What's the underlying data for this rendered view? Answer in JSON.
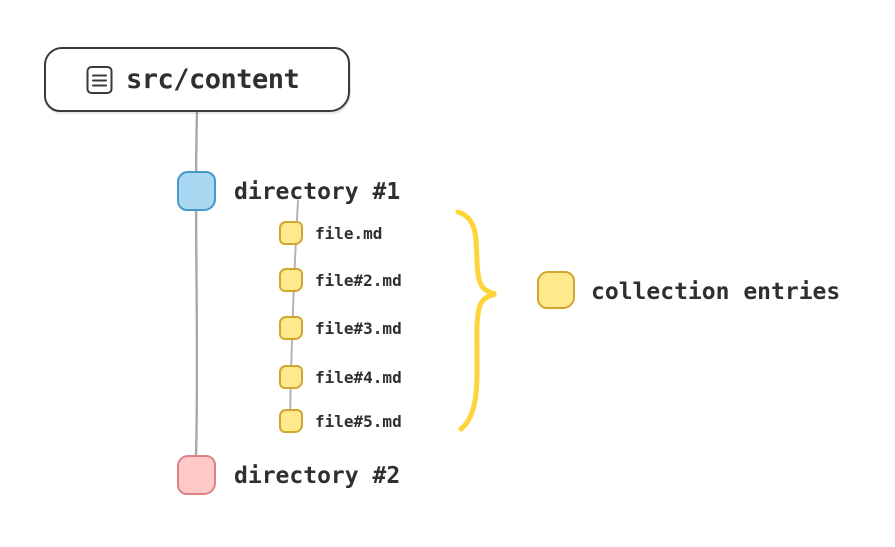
{
  "diagram": {
    "root": {
      "label": "src/content",
      "icon": "list-icon"
    },
    "directories": [
      {
        "label": "directory #1",
        "fill": "#a8d8f2",
        "stroke": "#4a97c9"
      },
      {
        "label": "directory #2",
        "fill": "#ffc9c9",
        "stroke": "#dd8287"
      }
    ],
    "files": [
      {
        "label": "file.md"
      },
      {
        "label": "file#2.md"
      },
      {
        "label": "file#3.md"
      },
      {
        "label": "file#4.md"
      },
      {
        "label": "file#5.md"
      }
    ],
    "legend": {
      "label": "collection entries",
      "swatch_fill": "#ffe98f",
      "swatch_stroke": "#d0a72e"
    },
    "colors": {
      "brace": "#ffd43b",
      "connector_line": "#a8a8a8",
      "text": "#2f2f2f",
      "box_border": "#3a3a3a"
    }
  }
}
